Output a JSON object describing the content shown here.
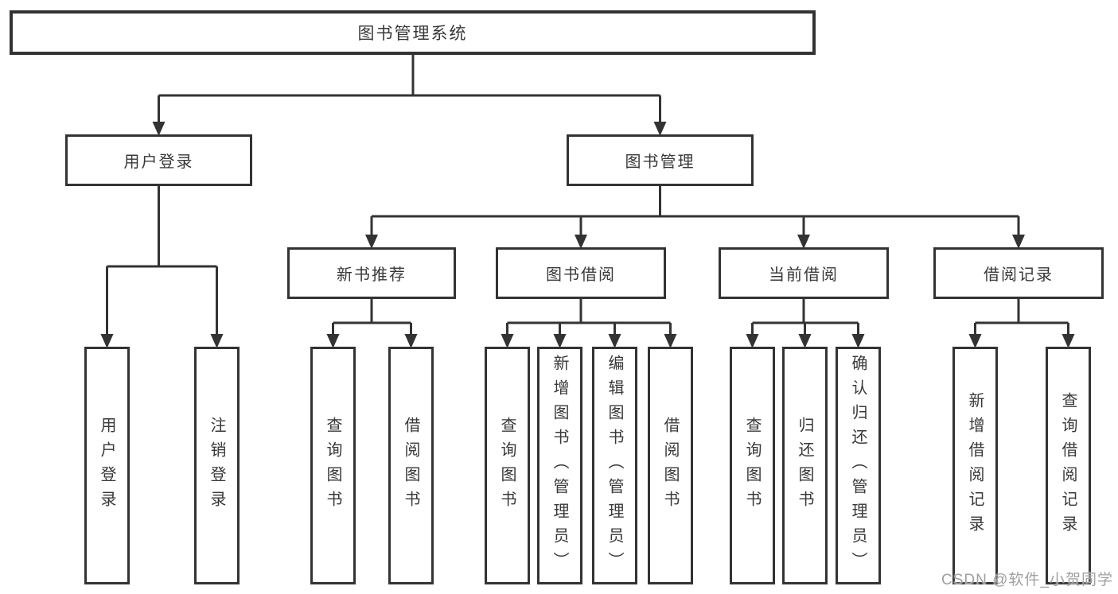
{
  "diagram": {
    "watermark": "CSDN @软件_小贺同学",
    "colors": {
      "line": "#333333",
      "box_border": "#333333",
      "text": "#383838",
      "watermark": "#a0a0a0",
      "background": "#ffffff"
    },
    "tree": {
      "root": {
        "label": "图书管理系统"
      },
      "branches": [
        {
          "label": "用户登录",
          "children": [
            {
              "label": "用户登录"
            },
            {
              "label": "注销登录"
            }
          ]
        },
        {
          "label": "图书管理",
          "children": [
            {
              "label": "新书推荐",
              "children": [
                {
                  "label": "查询图书"
                },
                {
                  "label": "借阅图书"
                }
              ]
            },
            {
              "label": "图书借阅",
              "children": [
                {
                  "label": "查询图书"
                },
                {
                  "label": "新增图书（管理员）"
                },
                {
                  "label": "编辑图书（管理员）"
                },
                {
                  "label": "借阅图书"
                }
              ]
            },
            {
              "label": "当前借阅",
              "children": [
                {
                  "label": "查询图书"
                },
                {
                  "label": "归还图书"
                },
                {
                  "label": "确认归还（管理员）"
                }
              ]
            },
            {
              "label": "借阅记录",
              "children": [
                {
                  "label": "新增借阅记录"
                },
                {
                  "label": "查询借阅记录"
                }
              ]
            }
          ]
        }
      ]
    }
  }
}
